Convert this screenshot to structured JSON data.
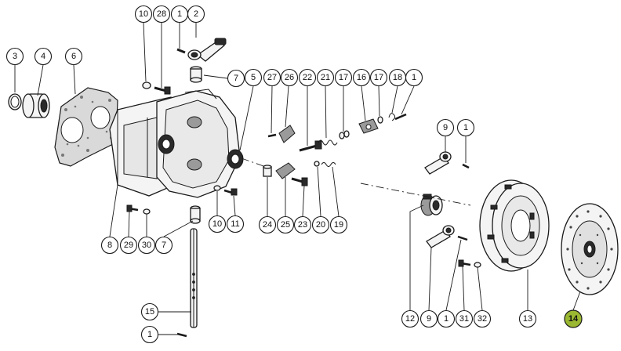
{
  "highlight_color": "#9bb832",
  "callouts": [
    {
      "label": "3",
      "highlight": false
    },
    {
      "label": "4",
      "highlight": false
    },
    {
      "label": "6",
      "highlight": false
    },
    {
      "label": "10",
      "highlight": false
    },
    {
      "label": "28",
      "highlight": false
    },
    {
      "label": "1",
      "highlight": false
    },
    {
      "label": "2",
      "highlight": false
    },
    {
      "label": "7",
      "highlight": false
    },
    {
      "label": "5",
      "highlight": false
    },
    {
      "label": "27",
      "highlight": false
    },
    {
      "label": "26",
      "highlight": false
    },
    {
      "label": "22",
      "highlight": false
    },
    {
      "label": "21",
      "highlight": false
    },
    {
      "label": "17",
      "highlight": false
    },
    {
      "label": "16",
      "highlight": false
    },
    {
      "label": "17",
      "highlight": false
    },
    {
      "label": "18",
      "highlight": false
    },
    {
      "label": "1",
      "highlight": false
    },
    {
      "label": "9",
      "highlight": false
    },
    {
      "label": "1",
      "highlight": false
    },
    {
      "label": "10",
      "highlight": false
    },
    {
      "label": "11",
      "highlight": false
    },
    {
      "label": "24",
      "highlight": false
    },
    {
      "label": "25",
      "highlight": false
    },
    {
      "label": "23",
      "highlight": false
    },
    {
      "label": "20",
      "highlight": false
    },
    {
      "label": "19",
      "highlight": false
    },
    {
      "label": "8",
      "highlight": false
    },
    {
      "label": "29",
      "highlight": false
    },
    {
      "label": "30",
      "highlight": false
    },
    {
      "label": "7",
      "highlight": false
    },
    {
      "label": "12",
      "highlight": false
    },
    {
      "label": "9",
      "highlight": false
    },
    {
      "label": "1",
      "highlight": false
    },
    {
      "label": "31",
      "highlight": false
    },
    {
      "label": "32",
      "highlight": false
    },
    {
      "label": "13",
      "highlight": false
    },
    {
      "label": "14",
      "highlight": true
    },
    {
      "label": "15",
      "highlight": false
    },
    {
      "label": "1",
      "highlight": false
    }
  ]
}
